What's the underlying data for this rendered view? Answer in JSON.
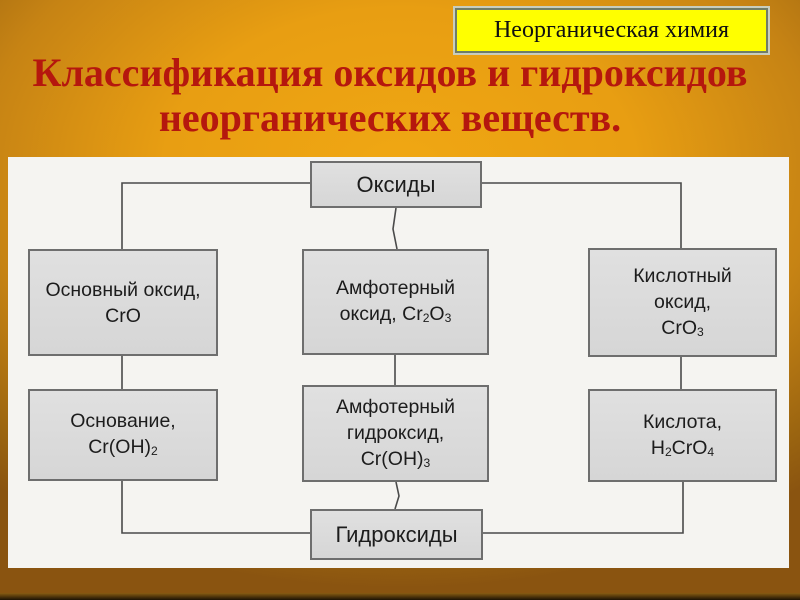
{
  "slide": {
    "badge": {
      "label": "Неорганическая химия"
    },
    "title": {
      "line1": "Классификация оксидов и гидроксидов",
      "line2": "неорганических веществ."
    }
  },
  "diagram": {
    "nodes": [
      {
        "id": "oxides",
        "lines": [
          [
            {
              "t": "Оксиды"
            }
          ]
        ]
      },
      {
        "id": "basic-oxide",
        "lines": [
          [
            {
              "t": "Основный оксид,"
            }
          ],
          [
            {
              "t": "CrO"
            }
          ]
        ]
      },
      {
        "id": "amphoteric-oxide",
        "lines": [
          [
            {
              "t": "Амфотерный"
            }
          ],
          [
            {
              "t": "оксид, Cr"
            },
            {
              "t": "2",
              "sub": true
            },
            {
              "t": "O"
            },
            {
              "t": "3",
              "sub": true
            }
          ]
        ]
      },
      {
        "id": "acidic-oxide",
        "lines": [
          [
            {
              "t": "Кислотный"
            }
          ],
          [
            {
              "t": "оксид,"
            }
          ],
          [
            {
              "t": "CrO"
            },
            {
              "t": "3",
              "sub": true
            }
          ]
        ]
      },
      {
        "id": "base",
        "lines": [
          [
            {
              "t": "Основание,"
            }
          ],
          [
            {
              "t": "Cr(OH)"
            },
            {
              "t": "2",
              "sub": true
            }
          ]
        ]
      },
      {
        "id": "amphoteric-hydroxide",
        "lines": [
          [
            {
              "t": "Амфотерный"
            }
          ],
          [
            {
              "t": "гидроксид,"
            }
          ],
          [
            {
              "t": "Cr(OH)"
            },
            {
              "t": "3",
              "sub": true
            }
          ]
        ]
      },
      {
        "id": "acid",
        "lines": [
          [
            {
              "t": "Кислота,"
            }
          ],
          [
            {
              "t": "H"
            },
            {
              "t": "2",
              "sub": true
            },
            {
              "t": "CrO"
            },
            {
              "t": "4",
              "sub": true
            }
          ]
        ]
      },
      {
        "id": "hydroxides",
        "lines": [
          [
            {
              "t": "Гидроксиды"
            }
          ]
        ]
      }
    ],
    "edges": [
      {
        "from": "oxides",
        "to": "basic-oxide"
      },
      {
        "from": "oxides",
        "to": "amphoteric-oxide"
      },
      {
        "from": "oxides",
        "to": "acidic-oxide"
      },
      {
        "from": "basic-oxide",
        "to": "base"
      },
      {
        "from": "amphoteric-oxide",
        "to": "amphoteric-hydroxide"
      },
      {
        "from": "acidic-oxide",
        "to": "acid"
      },
      {
        "from": "base",
        "to": "hydroxides"
      },
      {
        "from": "amphoteric-hydroxide",
        "to": "hydroxides"
      },
      {
        "from": "acid",
        "to": "hydroxides"
      }
    ]
  },
  "colors": {
    "title": "#b5170e",
    "badge_bg": "#ffff00",
    "badge_border": "#707d66",
    "background_gold": "#f0a713",
    "panel_bg": "#f5f4f1",
    "box_fill": "#d6d6d6",
    "box_border": "#6e6e6e",
    "connector": "#4a4a4a"
  }
}
